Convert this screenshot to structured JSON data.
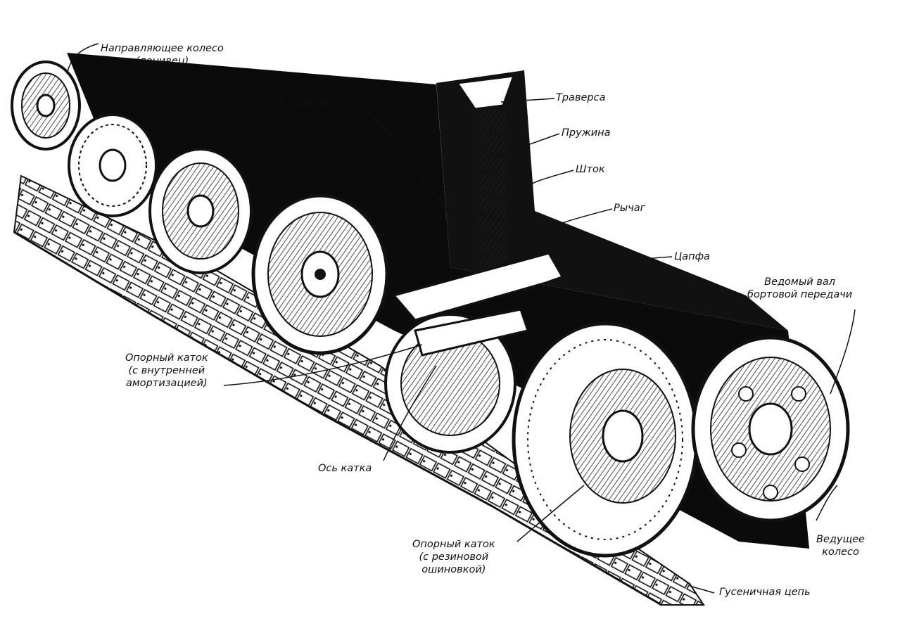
{
  "labels": {
    "idler": [
      "Направляющее колесо",
      "(ленивец)"
    ],
    "lever_axis": "Ось рычага",
    "traverse": "Траверса",
    "spring": "Пружина",
    "rod": "Шток",
    "lever": "Рычаг",
    "trunnion": "Цапфа",
    "driven_shaft": [
      "Ведомый вал",
      "бортовой передачи"
    ],
    "road_wheel_internal": [
      "Опорный каток",
      "(с внутренней",
      "амортизацией)"
    ],
    "wheel_axis": "Ось катка",
    "road_wheel_rubber": [
      "Опорный каток",
      "(с резиновой",
      "ошиновкой)"
    ],
    "drive_wheel": [
      "Ведущее",
      "колесо"
    ],
    "track_chain": "Гусеничная цепь"
  },
  "colors": {
    "ink": "#111111",
    "paper": "#ffffff"
  }
}
